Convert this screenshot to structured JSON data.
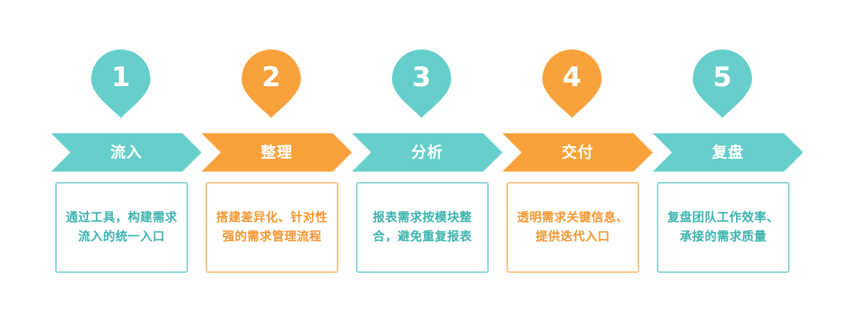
{
  "colors": {
    "teal": "#66CFCB",
    "orange": "#F9A23C",
    "teal_text": "#3BB3AE",
    "orange_text": "#F4962F"
  },
  "steps": [
    {
      "number": "1",
      "title": "流入",
      "desc_line1": "通过工具，构建需求",
      "desc_line2": "流入的统一入口",
      "color": "teal"
    },
    {
      "number": "2",
      "title": "整理",
      "desc_line1": "搭建差异化、针对性",
      "desc_line2": "强的需求管理流程",
      "color": "orange"
    },
    {
      "number": "3",
      "title": "分析",
      "desc_line1": "报表需求按模块整",
      "desc_line2": "合，避免重复报表",
      "color": "teal"
    },
    {
      "number": "4",
      "title": "交付",
      "desc_line1": "透明需求关键信息、",
      "desc_line2": "提供迭代入口",
      "color": "orange"
    },
    {
      "number": "5",
      "title": "复盘",
      "desc_line1": "复盘团队工作效率、",
      "desc_line2": "承接的需求质量",
      "color": "teal"
    }
  ]
}
